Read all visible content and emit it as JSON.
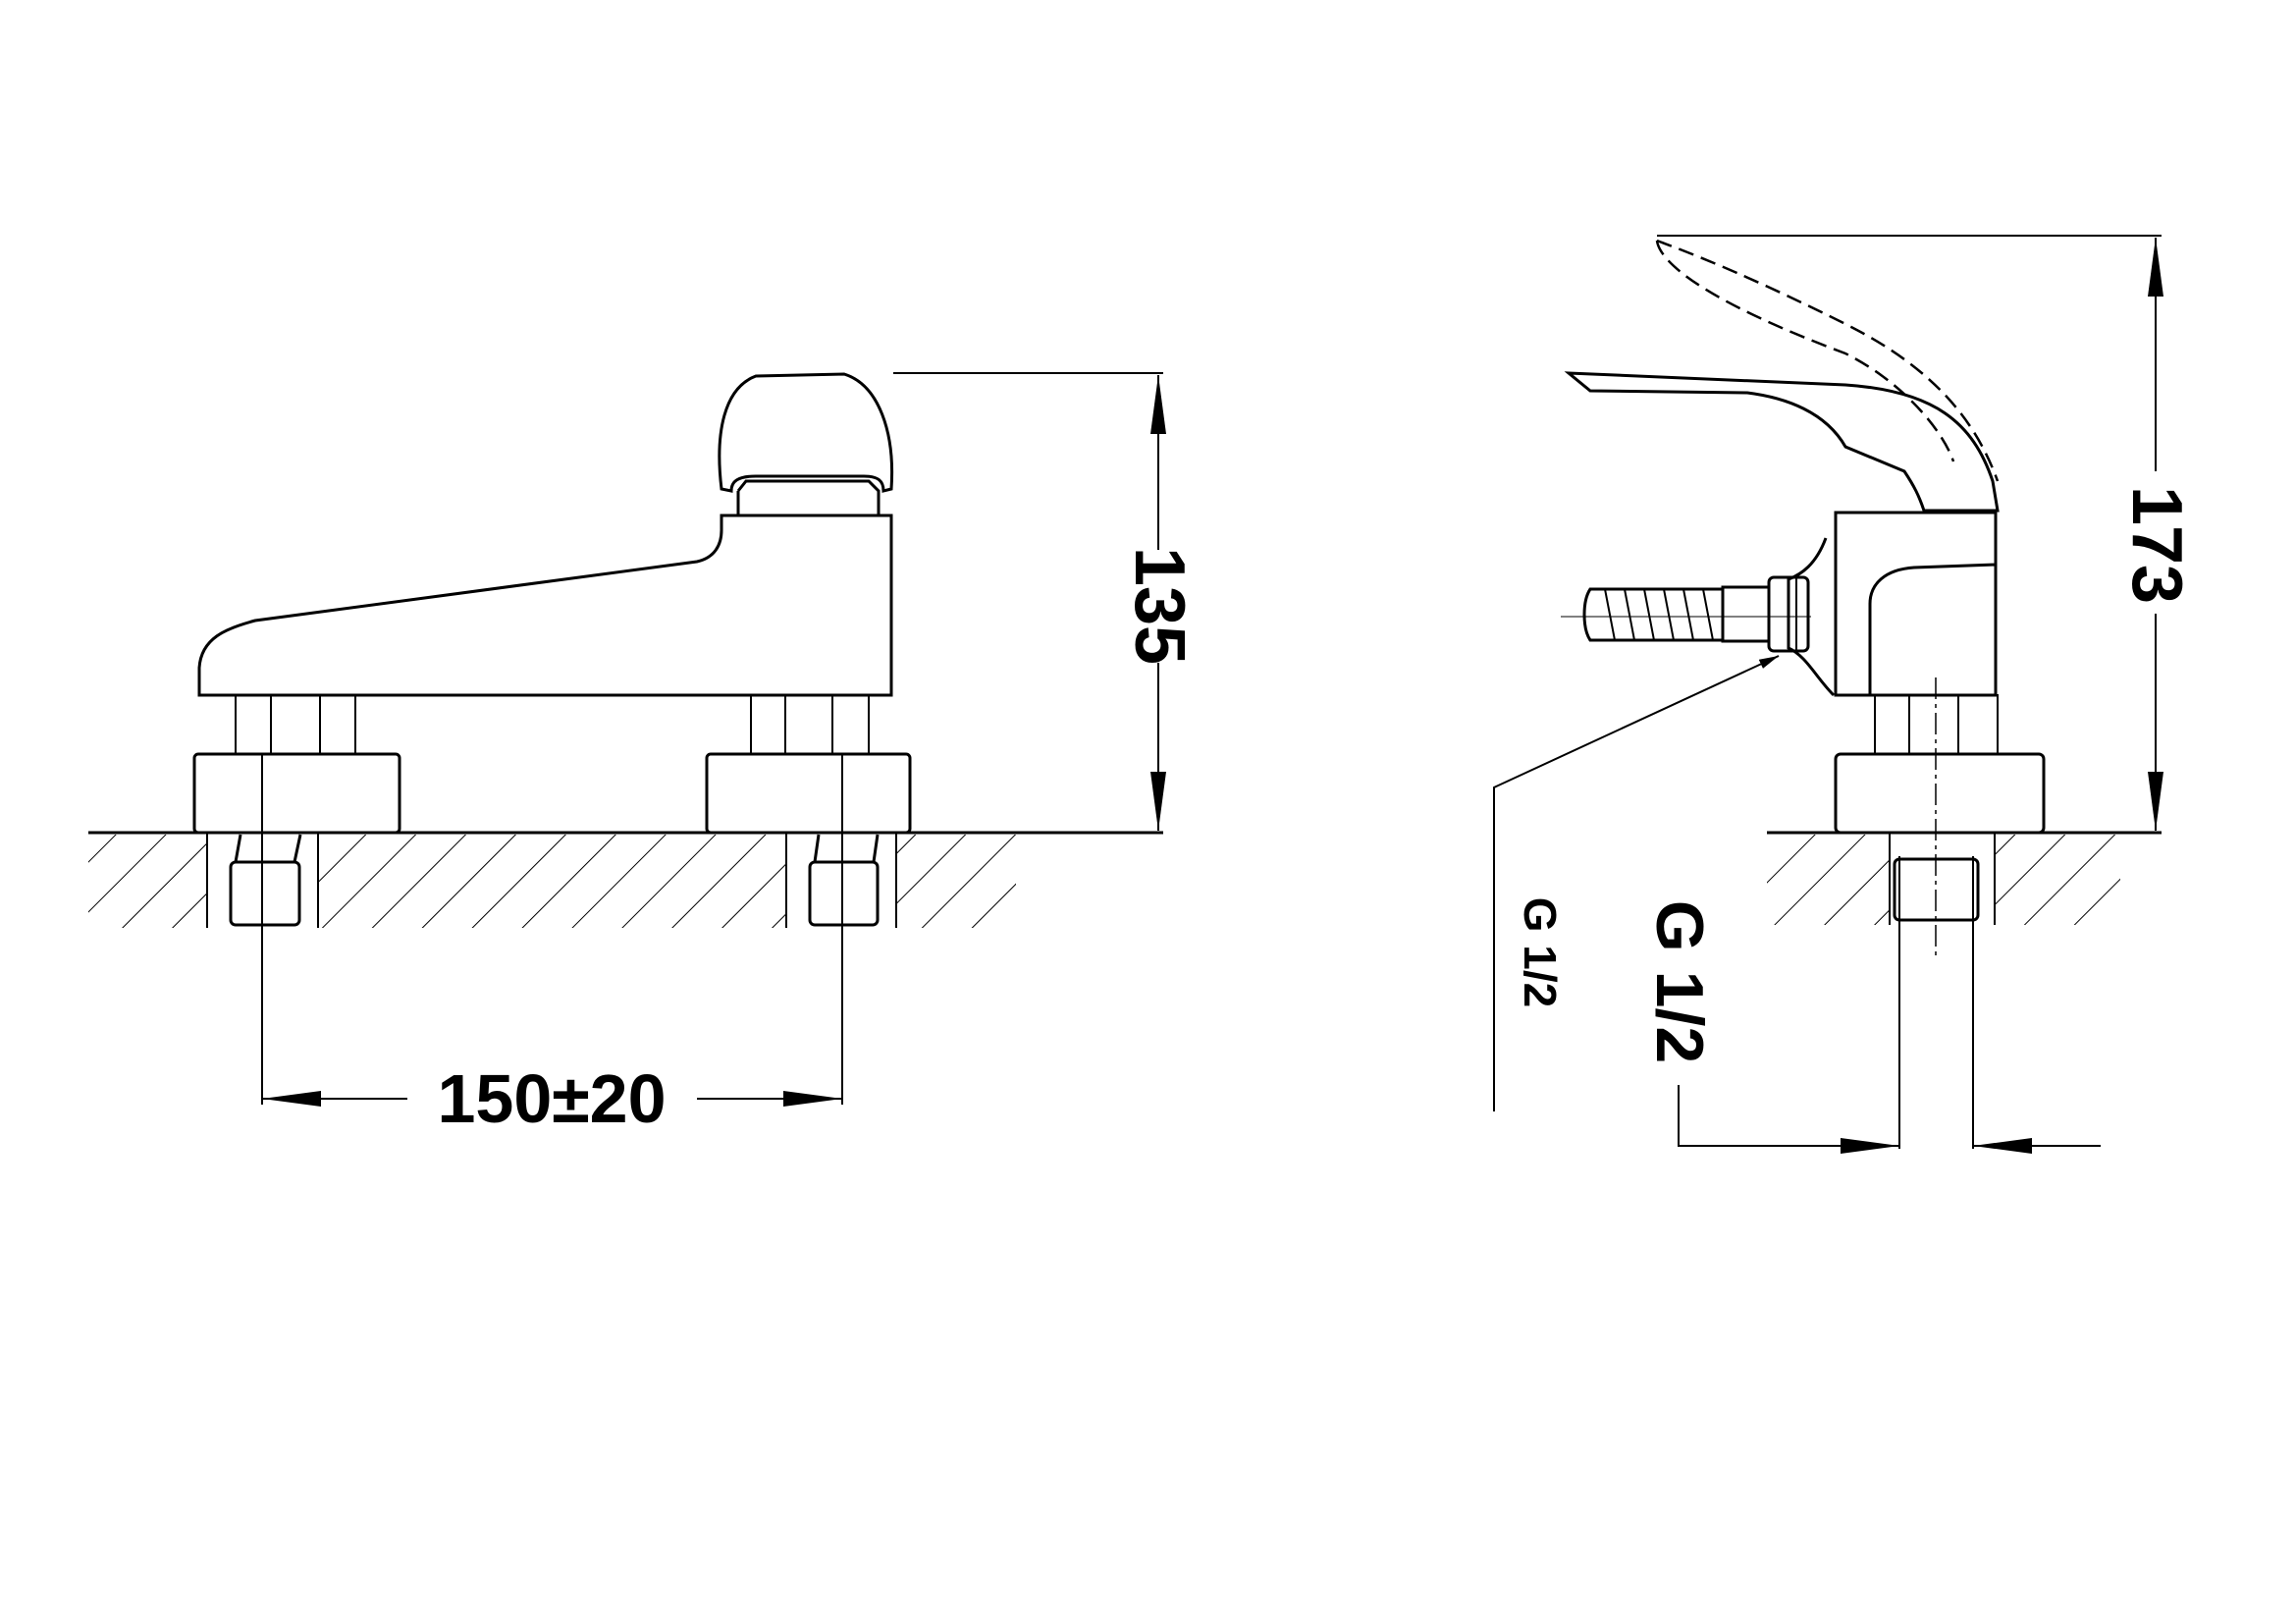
{
  "drawing": {
    "front_view": {
      "height_dimension": "135",
      "spacing_dimension": "150±20"
    },
    "side_view": {
      "height_dimension": "173",
      "inlet_thread_label": "G 1/2",
      "outlet_thread_label": "G 1/2"
    },
    "colors": {
      "line": "#000000",
      "background": "#ffffff"
    }
  }
}
